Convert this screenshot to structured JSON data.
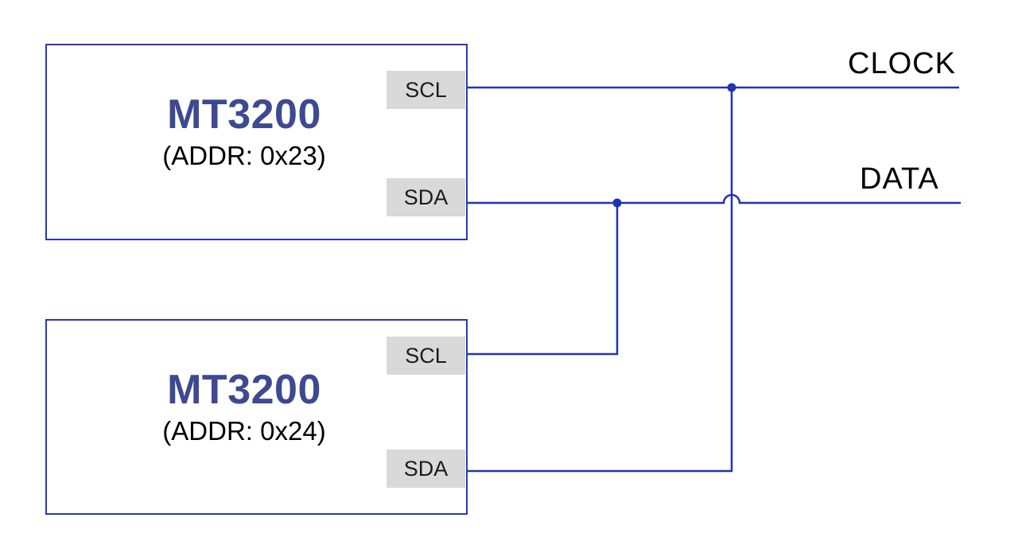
{
  "devices": [
    {
      "name": "MT3200",
      "address": "(ADDR: 0x23)",
      "pins": [
        {
          "label": "SCL"
        },
        {
          "label": "SDA"
        }
      ]
    },
    {
      "name": "MT3200",
      "address": "(ADDR: 0x24)",
      "pins": [
        {
          "label": "SCL"
        },
        {
          "label": "SDA"
        }
      ]
    }
  ],
  "bus": {
    "clock_label": "CLOCK",
    "data_label": "DATA"
  },
  "colors": {
    "wire": "#2233b2",
    "box_border": "#2a38b5",
    "device_name": "#3d4991",
    "pin_bg": "#d9d9d9",
    "pin_text": "#1c1c1c",
    "label_text": "#000000",
    "bg": "#ffffff"
  }
}
